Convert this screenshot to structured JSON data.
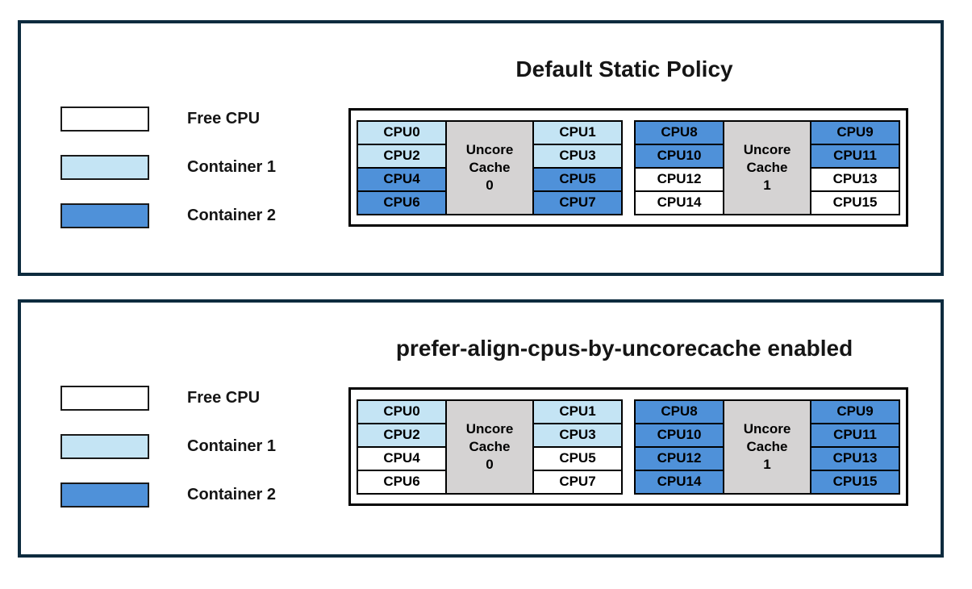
{
  "colors": {
    "free_cpu": "#ffffff",
    "container1": "#c4e4f4",
    "container2": "#4f91d9",
    "uncore_cache": "#d5d3d3",
    "panel_border": "#0d2b3e",
    "cell_border": "#000000"
  },
  "legend": {
    "items": [
      {
        "key": "free-cpu",
        "label": "Free CPU",
        "color_key": "free_cpu"
      },
      {
        "key": "container-1",
        "label": "Container 1",
        "color_key": "container1"
      },
      {
        "key": "container-2",
        "label": "Container 2",
        "color_key": "container2"
      }
    ]
  },
  "panels": [
    {
      "title": "Default Static Policy",
      "groups": [
        {
          "cache_lines": [
            "Uncore",
            "Cache",
            "0"
          ],
          "rows": [
            {
              "left": {
                "label": "CPU0",
                "alloc": "container1"
              },
              "right": {
                "label": "CPU1",
                "alloc": "container1"
              }
            },
            {
              "left": {
                "label": "CPU2",
                "alloc": "container1"
              },
              "right": {
                "label": "CPU3",
                "alloc": "container1"
              }
            },
            {
              "left": {
                "label": "CPU4",
                "alloc": "container2"
              },
              "right": {
                "label": "CPU5",
                "alloc": "container2"
              }
            },
            {
              "left": {
                "label": "CPU6",
                "alloc": "container2"
              },
              "right": {
                "label": "CPU7",
                "alloc": "container2"
              }
            }
          ]
        },
        {
          "cache_lines": [
            "Uncore",
            "Cache",
            "1"
          ],
          "rows": [
            {
              "left": {
                "label": "CPU8",
                "alloc": "container2"
              },
              "right": {
                "label": "CPU9",
                "alloc": "container2"
              }
            },
            {
              "left": {
                "label": "CPU10",
                "alloc": "container2"
              },
              "right": {
                "label": "CPU11",
                "alloc": "container2"
              }
            },
            {
              "left": {
                "label": "CPU12",
                "alloc": "free_cpu"
              },
              "right": {
                "label": "CPU13",
                "alloc": "free_cpu"
              }
            },
            {
              "left": {
                "label": "CPU14",
                "alloc": "free_cpu"
              },
              "right": {
                "label": "CPU15",
                "alloc": "free_cpu"
              }
            }
          ]
        }
      ]
    },
    {
      "title": "prefer-align-cpus-by-uncorecache enabled",
      "groups": [
        {
          "cache_lines": [
            "Uncore",
            "Cache",
            "0"
          ],
          "rows": [
            {
              "left": {
                "label": "CPU0",
                "alloc": "container1"
              },
              "right": {
                "label": "CPU1",
                "alloc": "container1"
              }
            },
            {
              "left": {
                "label": "CPU2",
                "alloc": "container1"
              },
              "right": {
                "label": "CPU3",
                "alloc": "container1"
              }
            },
            {
              "left": {
                "label": "CPU4",
                "alloc": "free_cpu"
              },
              "right": {
                "label": "CPU5",
                "alloc": "free_cpu"
              }
            },
            {
              "left": {
                "label": "CPU6",
                "alloc": "free_cpu"
              },
              "right": {
                "label": "CPU7",
                "alloc": "free_cpu"
              }
            }
          ]
        },
        {
          "cache_lines": [
            "Uncore",
            "Cache",
            "1"
          ],
          "rows": [
            {
              "left": {
                "label": "CPU8",
                "alloc": "container2"
              },
              "right": {
                "label": "CPU9",
                "alloc": "container2"
              }
            },
            {
              "left": {
                "label": "CPU10",
                "alloc": "container2"
              },
              "right": {
                "label": "CPU11",
                "alloc": "container2"
              }
            },
            {
              "left": {
                "label": "CPU12",
                "alloc": "container2"
              },
              "right": {
                "label": "CPU13",
                "alloc": "container2"
              }
            },
            {
              "left": {
                "label": "CPU14",
                "alloc": "container2"
              },
              "right": {
                "label": "CPU15",
                "alloc": "container2"
              }
            }
          ]
        }
      ]
    }
  ]
}
